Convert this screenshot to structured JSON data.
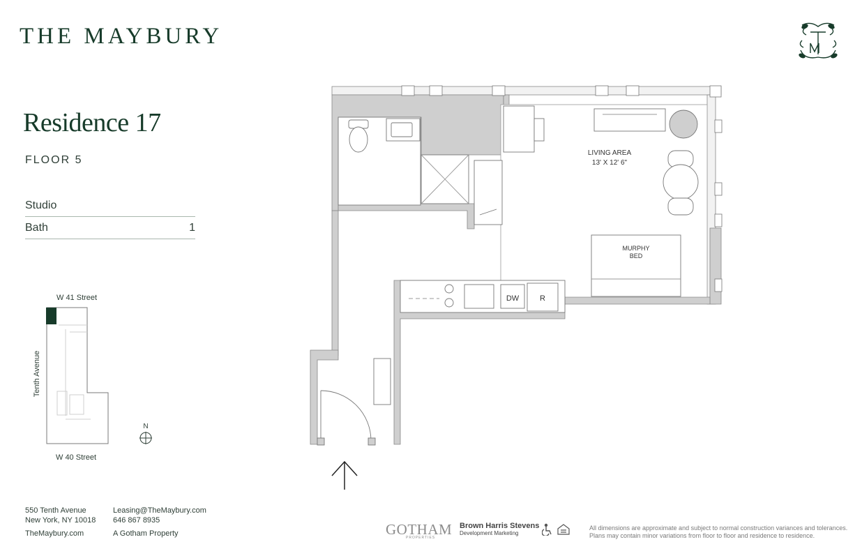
{
  "brand": {
    "name": "THE MAYBURY"
  },
  "residence": {
    "title": "Residence 17",
    "floor": "FLOOR 5"
  },
  "specs": [
    {
      "label": "Studio",
      "value": ""
    },
    {
      "label": "Bath",
      "value": "1"
    }
  ],
  "key_plan": {
    "north_street": "W 41 Street",
    "south_street": "W 40 Street",
    "west_street": "Tenth Avenue",
    "compass": "N"
  },
  "floor_plan": {
    "living_area_label": "LIVING AREA",
    "living_area_dims": "13' X 12' 6\"",
    "murphy_bed_line1": "MURPHY",
    "murphy_bed_line2": "BED",
    "dishwasher": "DW",
    "refrigerator": "R"
  },
  "footer": {
    "address_line1": "550 Tenth Avenue",
    "address_line2": "New York, NY 10018",
    "website": "TheMaybury.com",
    "email": "Leasing@TheMaybury.com",
    "phone": "646 867 8935",
    "property_of": "A Gotham Property"
  },
  "logos": {
    "gotham": "GOTHAM",
    "gotham_sub": "PROPERTIES",
    "bhs": "Brown Harris Stevens",
    "bhs_sub": "Development Marketing"
  },
  "disclaimer": {
    "line1": "All dimensions are approximate and subject to normal construction variances and tolerances.",
    "line2": "Plans may contain minor variations from floor to floor and residence to residence."
  },
  "colors": {
    "brand_green": "#173b2a",
    "wall_gray": "#cfcfcf",
    "bath_gray": "#d4d4d4"
  }
}
